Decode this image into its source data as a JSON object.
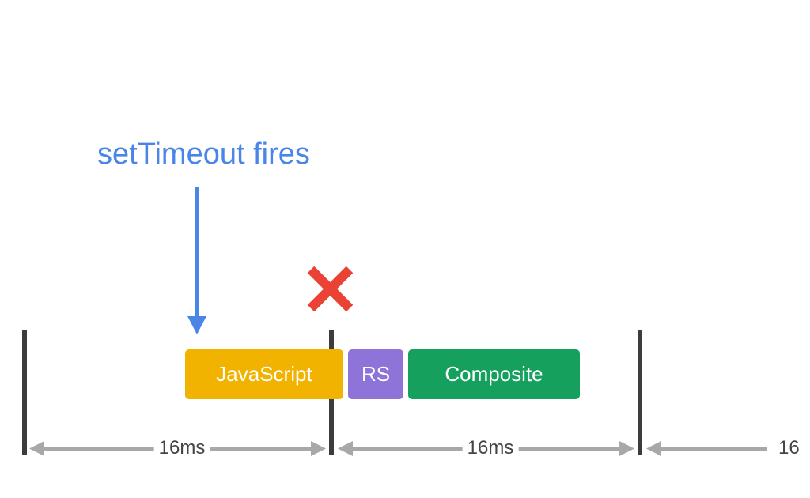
{
  "annotation": {
    "label": "setTimeout fires"
  },
  "colors": {
    "annotation": "#4a86e8",
    "javascript": "#f2b200",
    "rs": "#8e74d9",
    "composite": "#16a05d",
    "cancel": "#ea4335",
    "frame_boundary": "#3c3c3c",
    "interval_arrow": "#a8a8a8"
  },
  "blocks": [
    {
      "label": "JavaScript"
    },
    {
      "label": "RS"
    },
    {
      "label": "Composite"
    }
  ],
  "intervals": [
    {
      "label": "16ms"
    },
    {
      "label": "16ms"
    },
    {
      "label": "16"
    }
  ],
  "icons": {
    "cancel": "cross-mark-icon",
    "annotation": "down-arrow-icon"
  }
}
